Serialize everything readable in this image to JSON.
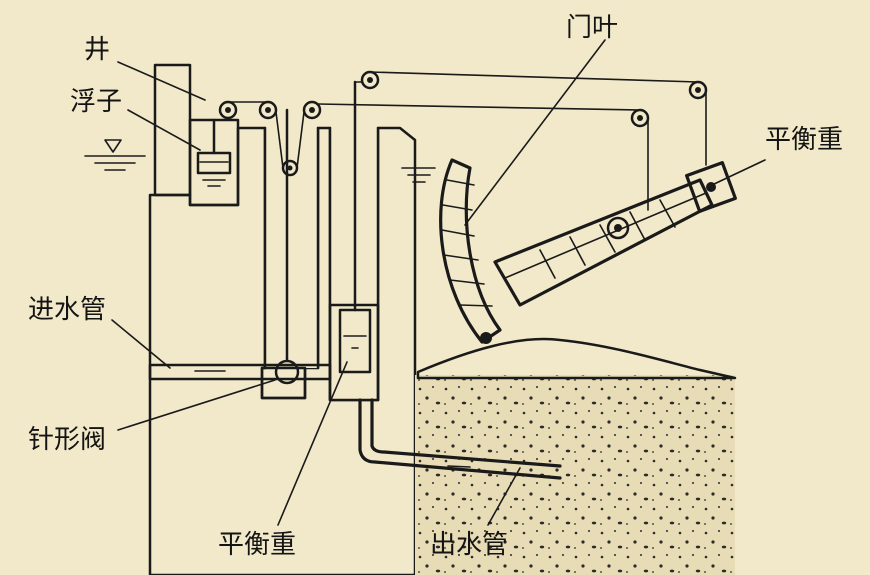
{
  "labels": {
    "well": "井",
    "float": "浮子",
    "gate_leaf": "门叶",
    "counterweight_right": "平衡重",
    "inlet_pipe": "进水管",
    "needle_valve": "针形阀",
    "counterweight_bottom": "平衡重",
    "outlet_pipe": "出水管"
  },
  "colors": {
    "background": "#f1e9c9",
    "concrete": "#e7dcb5",
    "ink": "#1a1a1a"
  }
}
